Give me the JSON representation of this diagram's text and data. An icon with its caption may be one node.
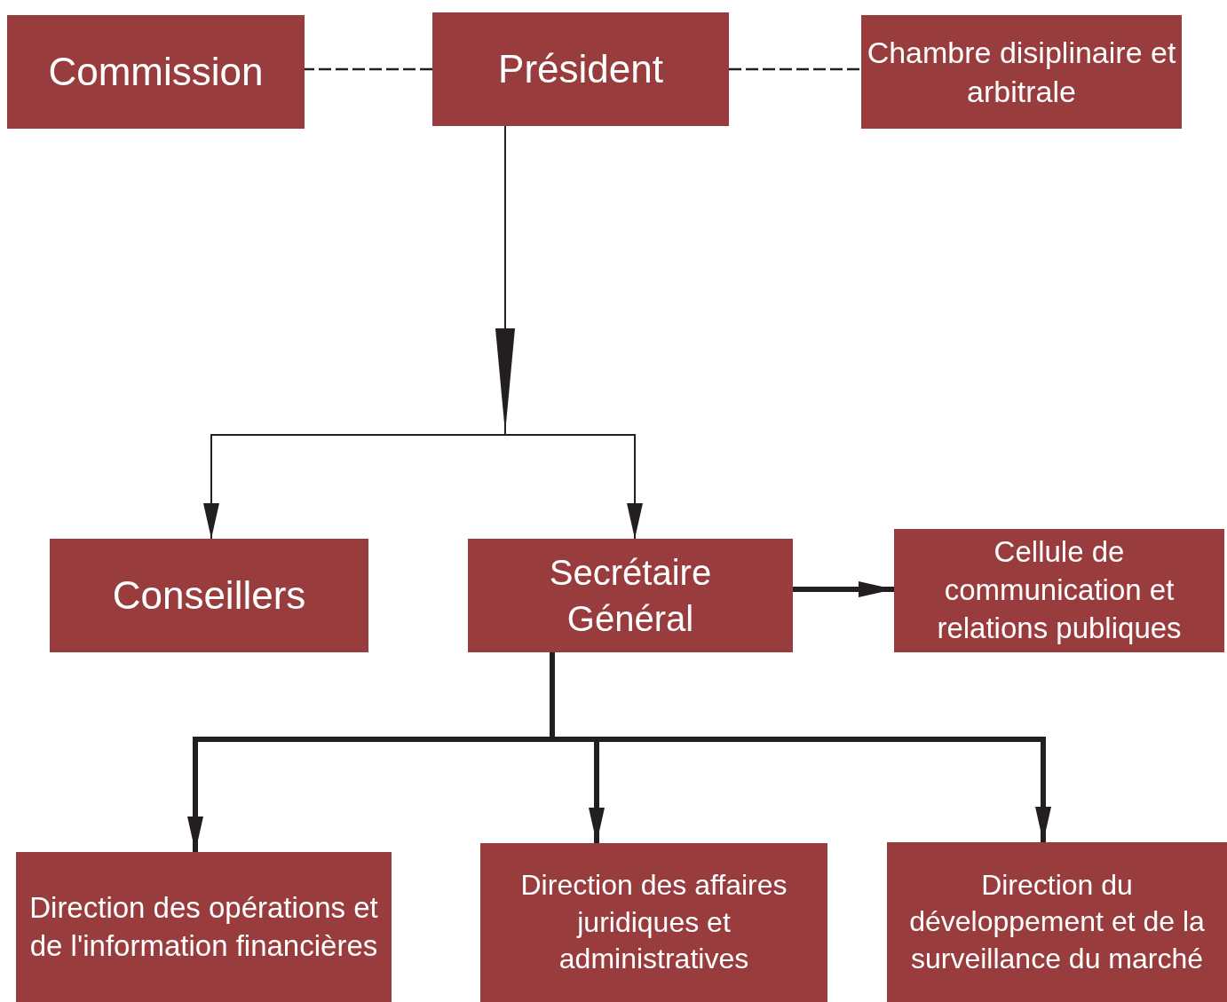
{
  "diagram": {
    "nodes": [
      {
        "text": [
          "Commission"
        ]
      },
      {
        "text": [
          "Président"
        ]
      },
      {
        "text": [
          "Chambre disiplinaire et arbitrale"
        ]
      },
      {
        "text": [
          "Conseillers"
        ]
      },
      {
        "text": [
          "Secrétaire Général"
        ]
      },
      {
        "text": [
          "Cellule de communication et relations publiques"
        ]
      },
      {
        "text": [
          "Direction des opérations et de l'information financières"
        ]
      },
      {
        "text": [
          "Direction des affaires juridiques et administratives"
        ]
      },
      {
        "text": [
          "Direction du développement et de la surveillance du marché"
        ]
      }
    ],
    "edges": [
      {
        "from": 1,
        "to": 0,
        "arrow": "none",
        "style": "dashed"
      },
      {
        "from": 1,
        "to": 2,
        "arrow": "none",
        "style": "dashed"
      },
      {
        "from": 1,
        "to": 3,
        "arrow": "to"
      },
      {
        "from": 1,
        "to": 4,
        "arrow": "to"
      },
      {
        "from": 4,
        "to": 5,
        "arrow": "to",
        "style": "thick"
      },
      {
        "from": 4,
        "to": 6,
        "arrow": "to",
        "style": "thick"
      },
      {
        "from": 4,
        "to": 7,
        "arrow": "to",
        "style": "thick"
      },
      {
        "from": 4,
        "to": 8,
        "arrow": "to",
        "style": "thick"
      }
    ]
  }
}
